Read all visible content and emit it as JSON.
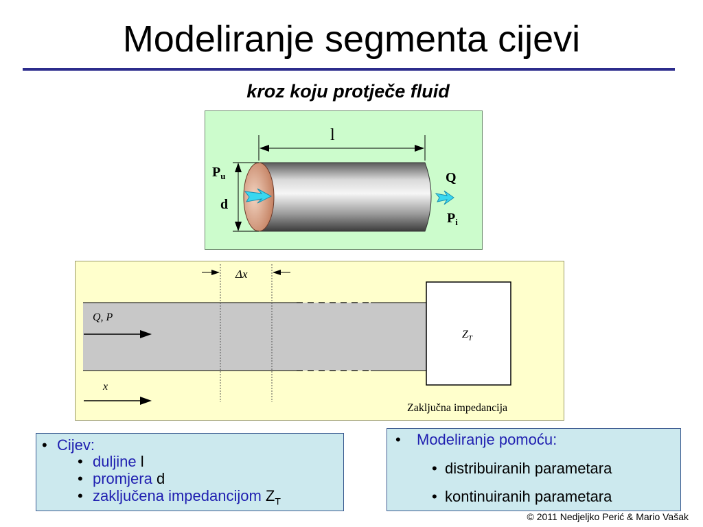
{
  "slide": {
    "title": "Modeliranje segmenta cijevi",
    "subtitle": "kroz koju protječe fluid",
    "footer": "© 2011 Nedjeljko Perić & Mario Vašak"
  },
  "pipe_figure": {
    "length_label": "l",
    "pu_main": "P",
    "pu_sub": "u",
    "d_label": "d",
    "q_label": "Q",
    "pi_main": "P",
    "pi_sub": "i"
  },
  "segment_figure": {
    "dx_label": "Δx",
    "qp_label": "Q, P",
    "x_label": "x",
    "zt_main": "Z",
    "zt_sub": "T",
    "caption": "Zaključna impedancija"
  },
  "left_box": {
    "heading": "Cijev:",
    "items": [
      {
        "blue": "duljine",
        "black": "l"
      },
      {
        "blue": "promjera",
        "black": "d"
      },
      {
        "blue": "zaključena impedancijom",
        "black": "Z",
        "sub": "T"
      }
    ]
  },
  "right_box": {
    "heading": "Modeliranje pomoću:",
    "items": [
      "distribuiranih parametara",
      "kontinuiranih parametara"
    ]
  }
}
